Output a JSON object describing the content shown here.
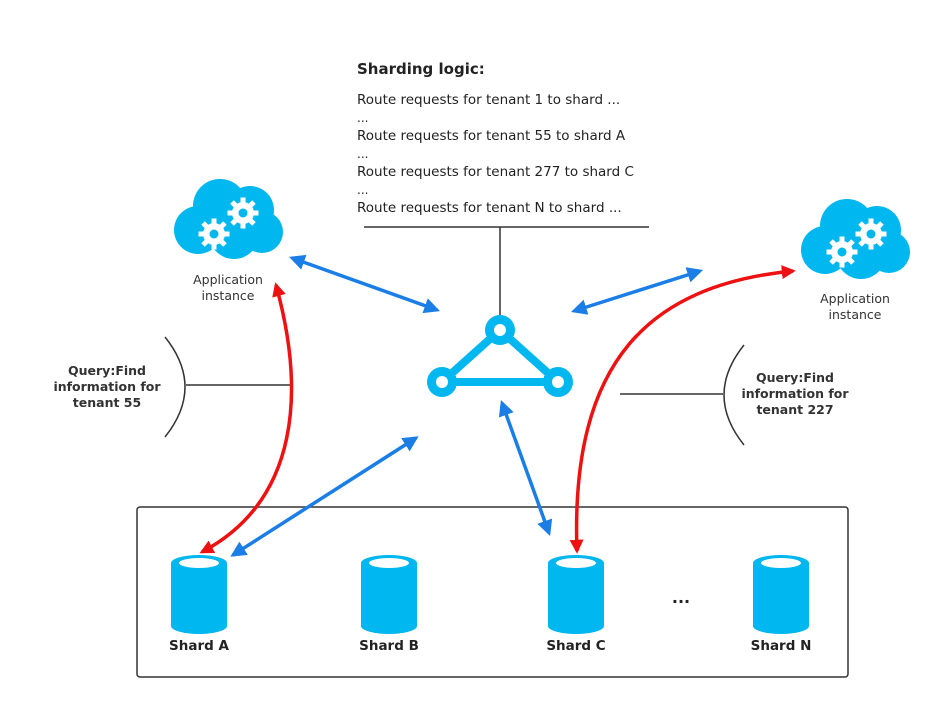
{
  "sharding_logic": {
    "title": "Sharding logic:",
    "lines": [
      "Route requests for tenant 1 to shard ...",
      "...",
      "Route requests for tenant 55 to shard A",
      "...",
      "Route requests for tenant 277 to shard C",
      "...",
      "Route requests for tenant N to shard ..."
    ]
  },
  "app_left": {
    "line1": "Application",
    "line2": "instance"
  },
  "app_right": {
    "line1": "Application",
    "line2": "instance"
  },
  "query_left": {
    "line1": "Query:Find",
    "line2": "information for",
    "line3": "tenant 55"
  },
  "query_right": {
    "line1": "Query:Find",
    "line2": "information for",
    "line3": "tenant 227"
  },
  "shards": {
    "a": "Shard A",
    "b": "Shard B",
    "c": "Shard C",
    "ellipsis": "...",
    "n": "Shard N"
  },
  "colors": {
    "accent": "#00b7f0",
    "blue_arrow": "#1a7ee6",
    "red_arrow": "#ee1111",
    "line": "#333333"
  }
}
